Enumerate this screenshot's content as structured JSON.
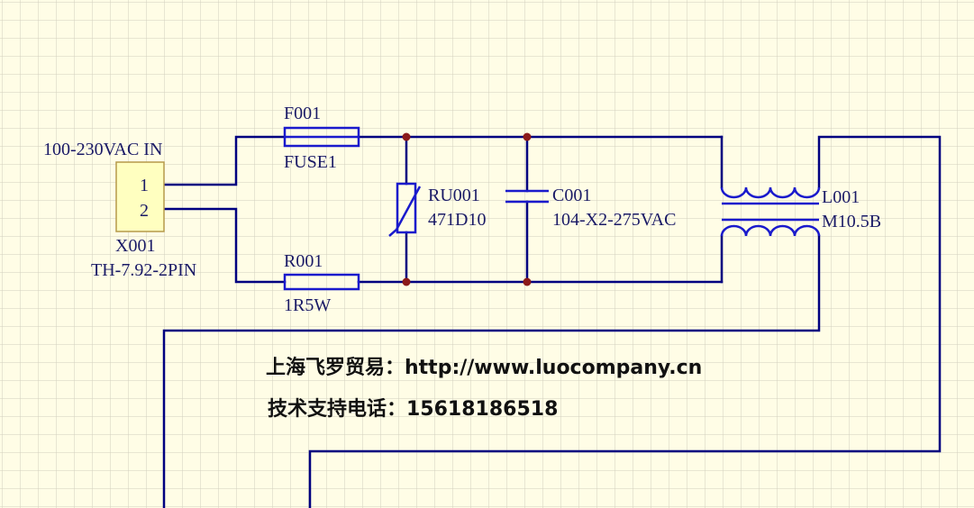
{
  "colors": {
    "background": "#fffde6",
    "grid": "#d2d0be",
    "wire": "#000080",
    "symbol": "#1a1acc",
    "junction": "#8b1a1a",
    "label": "#1a1a66",
    "connector_fill": "#ffffc0",
    "connector_border": "#b59a4a"
  },
  "connector": {
    "title": "100-230VAC IN",
    "pin1": "1",
    "pin2": "2",
    "designator": "X001",
    "part": "TH-7.92-2PIN"
  },
  "fuse": {
    "designator": "F001",
    "value": "FUSE1"
  },
  "resistor": {
    "designator": "R001",
    "value": "1R5W"
  },
  "varistor": {
    "designator": "RU001",
    "value": "471D10"
  },
  "capacitor": {
    "designator": "C001",
    "value": "104-X2-275VAC"
  },
  "inductor": {
    "designator": "L001",
    "value": "M10.5B"
  },
  "watermark": {
    "line1": "上海飞罗贸易：http://www.luocompany.cn",
    "line2": "技术支持电话：15618186518"
  }
}
